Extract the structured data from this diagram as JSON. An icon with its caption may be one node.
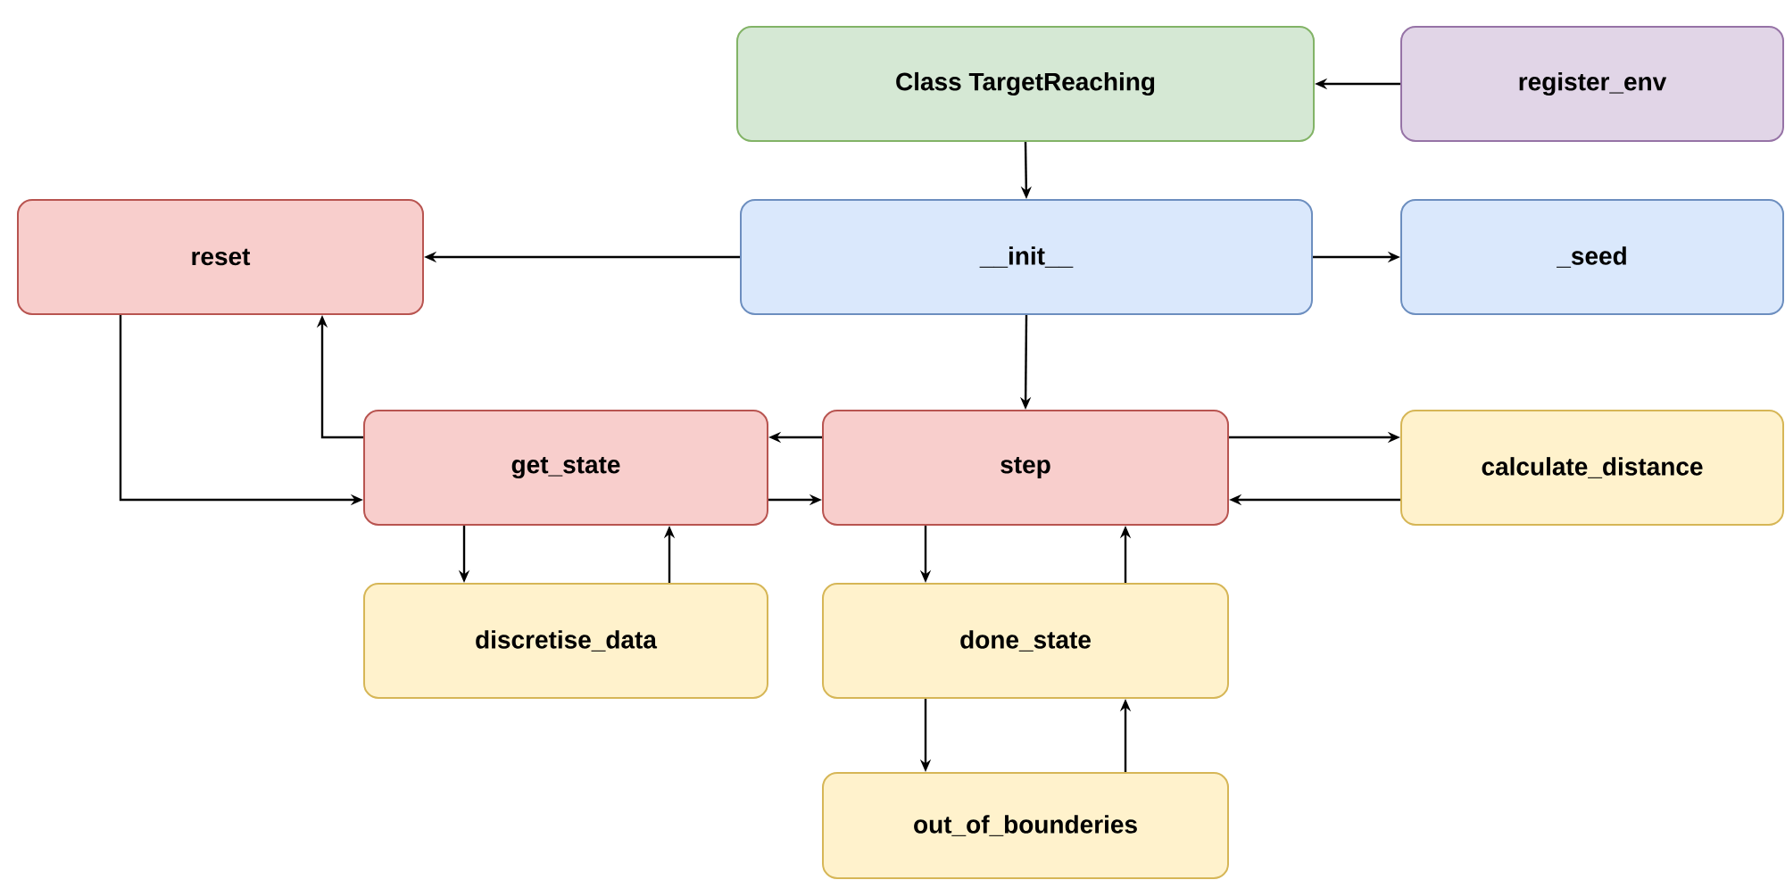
{
  "diagram": {
    "nodes": [
      {
        "text": [
          "Class TargetReaching"
        ]
      },
      {
        "text": [
          "register_env"
        ]
      },
      {
        "text": [
          "reset"
        ]
      },
      {
        "text": [
          "__init__"
        ]
      },
      {
        "text": [
          "_seed"
        ]
      },
      {
        "text": [
          "get_state"
        ]
      },
      {
        "text": [
          "step"
        ]
      },
      {
        "text": [
          "calculate_distance"
        ]
      },
      {
        "text": [
          "discretise_data"
        ]
      },
      {
        "text": [
          "done_state"
        ]
      },
      {
        "text": [
          "out_of_bounderies"
        ]
      }
    ],
    "edges": [
      {
        "from": 1,
        "to": 0,
        "arrow": "to"
      },
      {
        "from": 0,
        "to": 3,
        "arrow": "to"
      },
      {
        "from": 3,
        "to": 2,
        "arrow": "to"
      },
      {
        "from": 3,
        "to": 4,
        "arrow": "to"
      },
      {
        "from": 3,
        "to": 6,
        "arrow": "to"
      },
      {
        "from": 6,
        "to": 5,
        "arrow": "to"
      },
      {
        "from": 5,
        "to": 6,
        "arrow": "to"
      },
      {
        "from": 5,
        "to": 2,
        "arrow": "to"
      },
      {
        "from": 2,
        "to": 5,
        "arrow": "to"
      },
      {
        "from": 6,
        "to": 7,
        "arrow": "to"
      },
      {
        "from": 7,
        "to": 6,
        "arrow": "to"
      },
      {
        "from": 5,
        "to": 8,
        "arrow": "to"
      },
      {
        "from": 8,
        "to": 5,
        "arrow": "to"
      },
      {
        "from": 6,
        "to": 9,
        "arrow": "to"
      },
      {
        "from": 9,
        "to": 6,
        "arrow": "to"
      },
      {
        "from": 9,
        "to": 10,
        "arrow": "to"
      },
      {
        "from": 10,
        "to": 9,
        "arrow": "to"
      }
    ]
  }
}
